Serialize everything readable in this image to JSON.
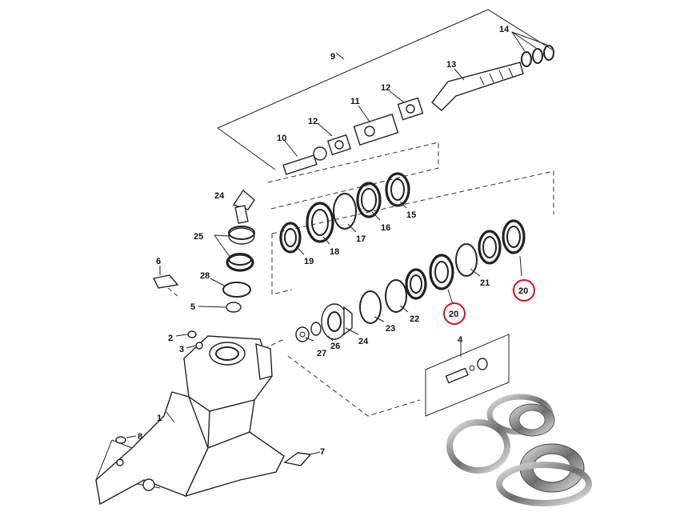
{
  "callouts": {
    "n1": "1",
    "n2": "2",
    "n3": "3",
    "n4": "4",
    "n5": "5",
    "n6": "6",
    "n7": "7",
    "n8": "8",
    "n9": "9",
    "n10": "10",
    "n11": "11",
    "n12a": "12",
    "n12b": "12",
    "n13": "13",
    "n14": "14",
    "n15": "15",
    "n16": "16",
    "n17": "17",
    "n18": "18",
    "n19": "19",
    "n20a": "20",
    "n20b": "20",
    "n21": "21",
    "n22": "22",
    "n23": "23",
    "n24a": "24",
    "n24b": "24",
    "n25": "25",
    "n26": "26",
    "n27": "27",
    "n28": "28"
  },
  "highlight": {
    "color": "#d0121b"
  },
  "photo": {
    "metal_light": "#e8e8e8",
    "metal_dark": "#6b6b6b"
  }
}
